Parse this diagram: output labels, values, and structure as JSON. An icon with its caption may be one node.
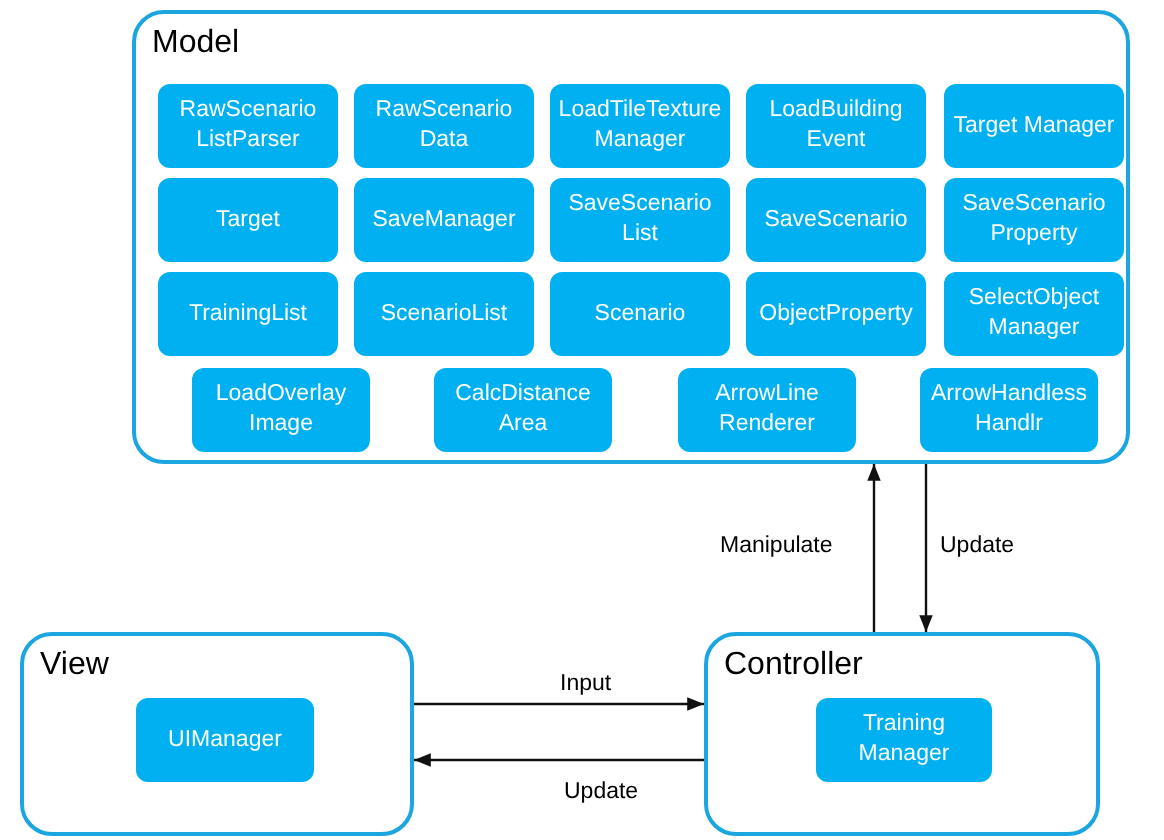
{
  "diagram": {
    "nodes": [
      {
        "text": [
          "Model"
        ]
      },
      {
        "text": [
          "RawScenario ListParser"
        ],
        "in": 0
      },
      {
        "text": [
          "RawScenario Data"
        ],
        "in": 0
      },
      {
        "text": [
          "LoadTileTexture Manager"
        ],
        "in": 0
      },
      {
        "text": [
          "LoadBuilding Event"
        ],
        "in": 0
      },
      {
        "text": [
          "Target Manager"
        ],
        "in": 0
      },
      {
        "text": [
          "Target"
        ],
        "in": 0
      },
      {
        "text": [
          "SaveManager"
        ],
        "in": 0
      },
      {
        "text": [
          "SaveScenario List"
        ],
        "in": 0
      },
      {
        "text": [
          "SaveScenario"
        ],
        "in": 0
      },
      {
        "text": [
          "SaveScenario Property"
        ],
        "in": 0
      },
      {
        "text": [
          "TrainingList"
        ],
        "in": 0
      },
      {
        "text": [
          "ScenarioList"
        ],
        "in": 0
      },
      {
        "text": [
          "Scenario"
        ],
        "in": 0
      },
      {
        "text": [
          "ObjectProperty"
        ],
        "in": 0
      },
      {
        "text": [
          "SelectObject Manager"
        ],
        "in": 0
      },
      {
        "text": [
          "LoadOverlay Image"
        ],
        "in": 0
      },
      {
        "text": [
          "CalcDistance Area"
        ],
        "in": 0
      },
      {
        "text": [
          "ArrowLine Renderer"
        ],
        "in": 0
      },
      {
        "text": [
          "ArrowHandless Handlr"
        ],
        "in": 0
      },
      {
        "text": [
          "View"
        ]
      },
      {
        "text": [
          "UIManager"
        ],
        "in": 20
      },
      {
        "text": [
          "Controller"
        ]
      },
      {
        "text": [
          "Training Manager"
        ],
        "in": 22
      }
    ],
    "edges": [
      {
        "from": 22,
        "to": 0,
        "arrow": "to",
        "label": "Manipulate"
      },
      {
        "from": 0,
        "to": 22,
        "arrow": "to",
        "label": "Update"
      },
      {
        "from": 20,
        "to": 22,
        "arrow": "to",
        "label": "Input"
      },
      {
        "from": 22,
        "to": 20,
        "arrow": "to",
        "label": "Update"
      }
    ]
  }
}
